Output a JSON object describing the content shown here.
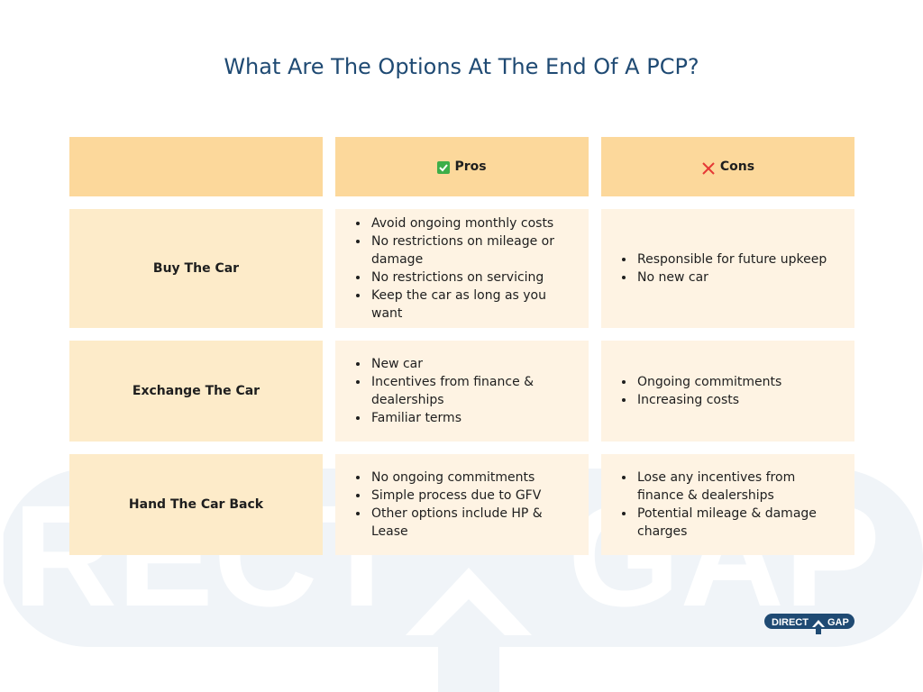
{
  "title": "What Are The Options At The End Of A PCP?",
  "header": {
    "label_col": "",
    "pros": "Pros",
    "cons": "Cons",
    "pros_icon": "check-icon",
    "cons_icon": "cross-icon"
  },
  "rows": [
    {
      "label": "Buy The Car",
      "pros": [
        "Avoid ongoing monthly costs",
        "No restrictions on mileage or damage",
        "No restrictions on servicing",
        "Keep the car as long as you want"
      ],
      "cons": [
        "Responsible for future upkeep",
        "No new car"
      ]
    },
    {
      "label": "Exchange The Car",
      "pros": [
        "New car",
        "Incentives from finance & dealerships",
        "Familiar terms"
      ],
      "cons": [
        "Ongoing commitments",
        "Increasing costs"
      ]
    },
    {
      "label": "Hand The Car Back",
      "pros": [
        "No ongoing commitments",
        "Simple process due to GFV",
        "Other options include HP & Lease"
      ],
      "cons": [
        "Lose any incentives from finance & dealerships",
        "Potential mileage & damage charges"
      ]
    }
  ],
  "logo": {
    "left": "DIRECT",
    "right": "GAP"
  },
  "colors": {
    "title": "#1f4a73",
    "header_bg": "#fcd89b",
    "label_bg": "#fdebc9",
    "cell_bg": "#fef3e3",
    "brand_blue": "#1f4a73",
    "check_green": "#3dae49",
    "cross_red": "#e53935"
  }
}
